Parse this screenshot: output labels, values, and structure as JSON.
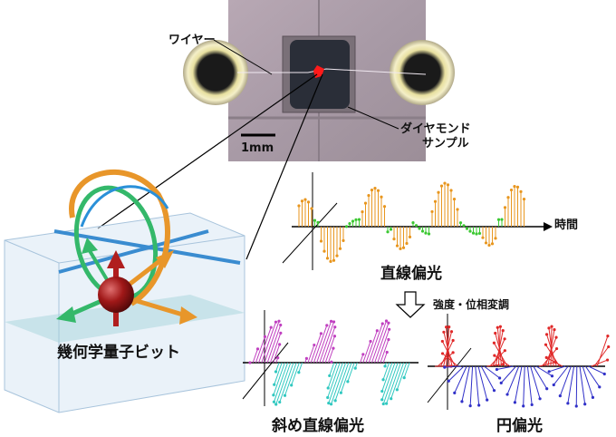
{
  "photo": {
    "wire_label": "ワイヤー",
    "sample_label_line1": "ダイヤモンド",
    "sample_label_line2": "サンプル",
    "scale_label": "1mm"
  },
  "qubit": {
    "caption": "幾何学量子ビット"
  },
  "linear_wave": {
    "caption": "直線偏光",
    "time_label": "時間"
  },
  "modulation": {
    "label": "強度・位相変調"
  },
  "diagonal_wave": {
    "caption": "斜め直線偏光"
  },
  "circular_wave": {
    "caption": "円偏光"
  },
  "colors": {
    "orange": "#e8961e",
    "green": "#3cc832",
    "magenta": "#c040c0",
    "cyan": "#30c8c0",
    "red": "#e02828",
    "blue": "#3030c8",
    "box": "#cfe2f2"
  }
}
